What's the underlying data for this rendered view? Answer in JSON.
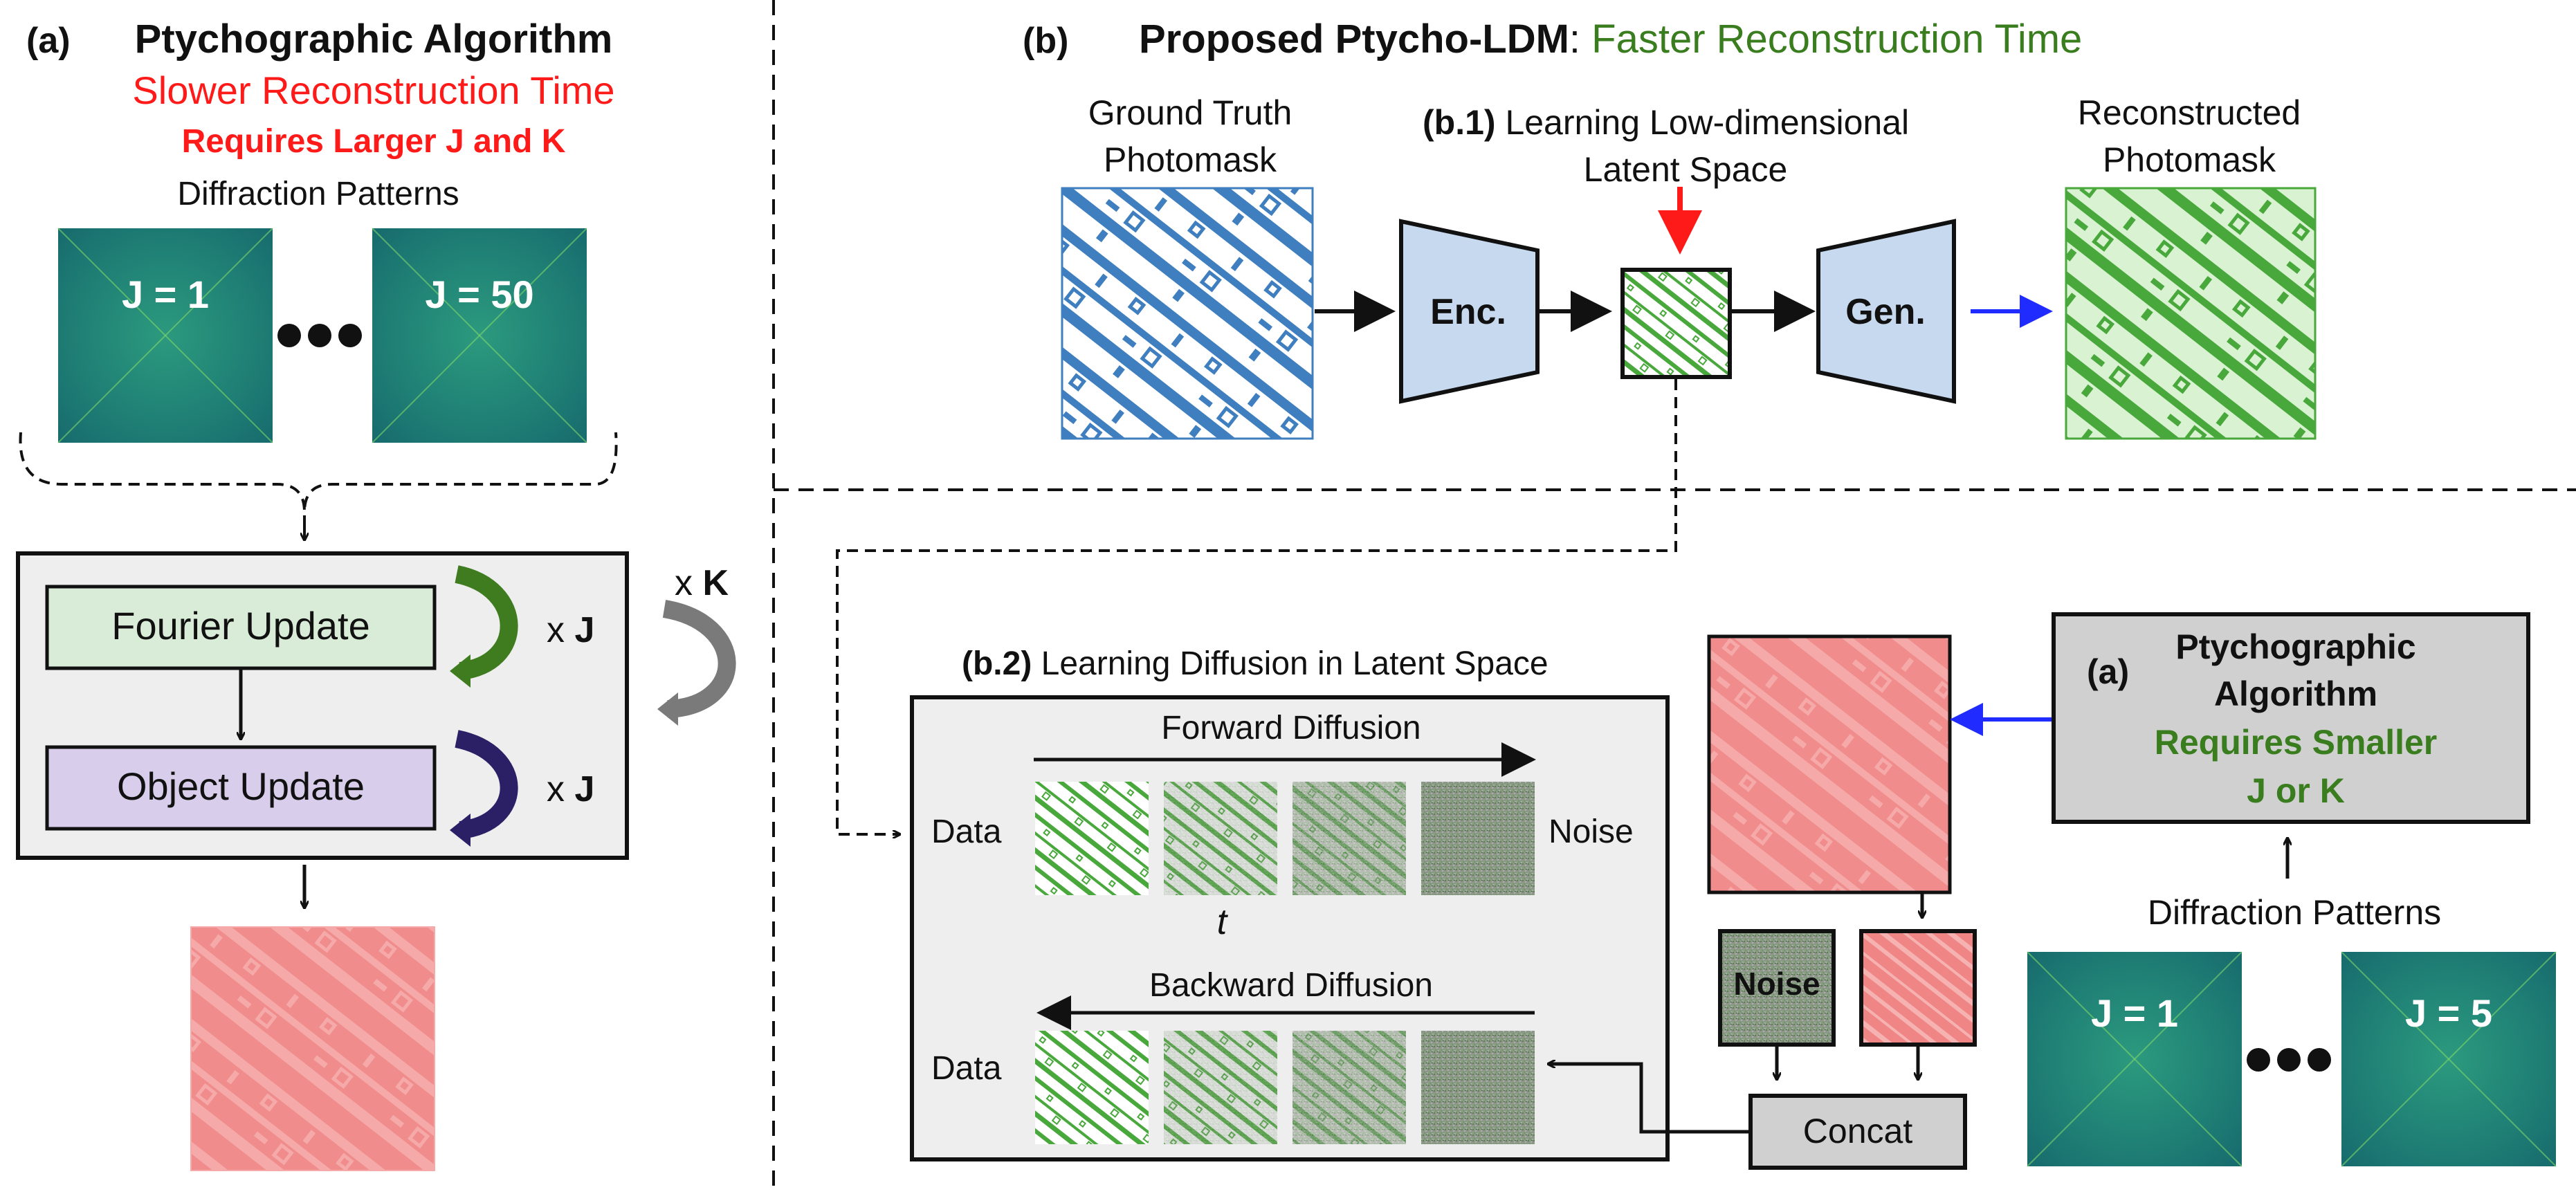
{
  "colors": {
    "red": "#ff1a1a",
    "green": "#3a7d1e",
    "blue_arrow": "#1f2bff",
    "enc_fill": "#c6d9ee",
    "fourier_fill": "#d9ecd7",
    "object_fill": "#d8cdea",
    "panel_fill": "#eeeeee",
    "box_gray": "#d0d0d0",
    "loop_green": "#3f7b1f",
    "loop_purple": "#2b1f66",
    "loop_gray": "#7a7a7a"
  },
  "panel_a": {
    "tag": "(a)",
    "title": "Ptychographic Algorithm",
    "slower": "Slower Reconstruction Time",
    "requires": "Requires Larger J and K",
    "diffraction_label": "Diffraction Patterns",
    "pattern_1": "J = 1",
    "pattern_2": "J = 50",
    "fourier_update": "Fourier Update",
    "object_update": "Object Update",
    "loop_j1_prefix": "x ",
    "loop_j1_var": "J",
    "loop_j2_prefix": "x ",
    "loop_j2_var": "J",
    "loop_k_prefix": "x ",
    "loop_k_var": "K"
  },
  "panel_b": {
    "tag": "(b)",
    "title_bold": "Proposed Ptycho-LDM",
    "title_colon": ":",
    "title_green": " Faster Reconstruction Time",
    "ground_truth_1": "Ground Truth",
    "ground_truth_2": "Photomask",
    "b1_tag": "(b.1)",
    "b1_line1": " Learning Low-dimensional",
    "b1_line2": "Latent Space",
    "encoder": "Enc.",
    "generator": "Gen.",
    "reconstructed_1": "Reconstructed",
    "reconstructed_2": "Photomask",
    "b2_tag": "(b.2)",
    "b2_title": " Learning Diffusion in Latent Space",
    "forward": "Forward Diffusion",
    "backward": "Backward Diffusion",
    "data_top": "Data",
    "noise_top": "Noise",
    "data_bottom": "Data",
    "t_label": "t",
    "noise_box": "Noise",
    "concat": "Concat",
    "sub_a_tag": "(a)",
    "sub_a_line1": "Ptychographic",
    "sub_a_line2": "Algorithm",
    "sub_a_line3": "Requires Smaller",
    "sub_a_line4": "J or K",
    "diffraction_label_2": "Diffraction Patterns",
    "pattern_3": "J = 1",
    "pattern_4": "J = 5"
  }
}
